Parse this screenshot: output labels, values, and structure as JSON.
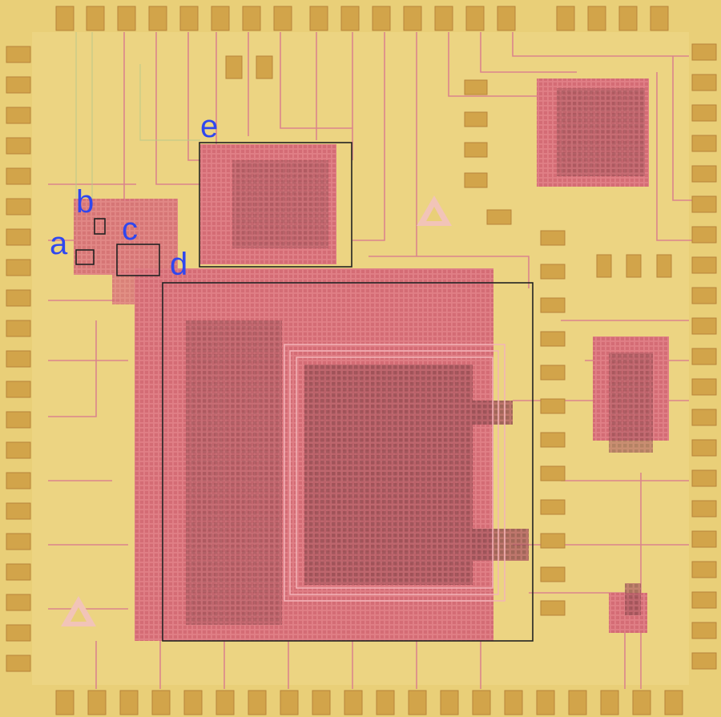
{
  "image": {
    "description_free": true,
    "colors": {
      "substrate": "#e9cf78",
      "substrate_light": "#f0da8e",
      "pad": "#d2a44a",
      "pad_edge": "#b8833a",
      "logic": "#e07f86",
      "logic_grid": "#c95c68",
      "dark_cell": "#8c4c4c",
      "wire": "#d97d8e",
      "wire_green": "#b9c98a",
      "box": "#222222",
      "label": "#2f47ef",
      "alignment_mark": "#f2c4b8"
    }
  },
  "labels": {
    "a": "a",
    "b": "b",
    "c": "c",
    "d": "d",
    "e": "e"
  }
}
